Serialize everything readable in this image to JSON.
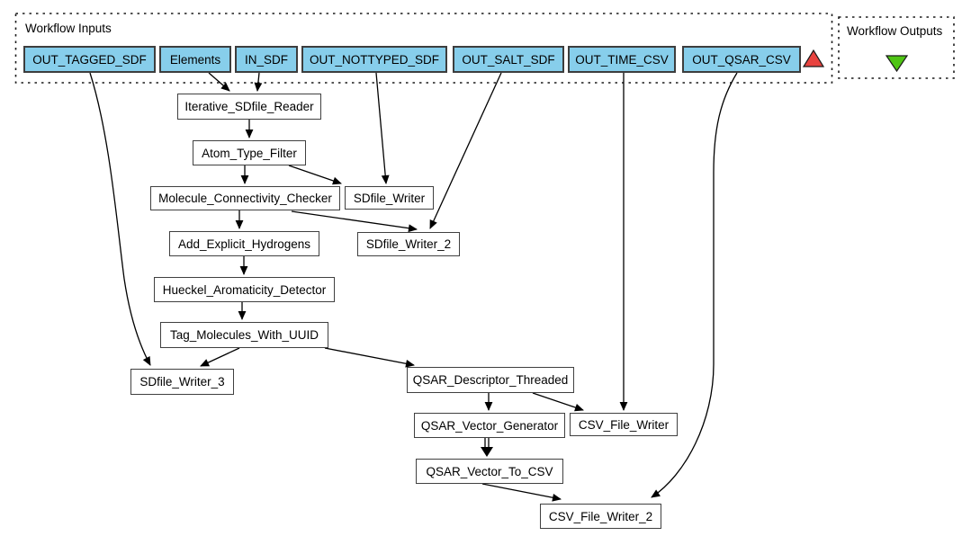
{
  "inputs_panel": {
    "title": "Workflow Inputs",
    "marker_color": "#e8433f",
    "ports": [
      {
        "label": "OUT_TAGGED_SDF"
      },
      {
        "label": "Elements"
      },
      {
        "label": "IN_SDF"
      },
      {
        "label": "OUT_NOTTYPED_SDF"
      },
      {
        "label": "OUT_SALT_SDF"
      },
      {
        "label": "OUT_TIME_CSV"
      },
      {
        "label": "OUT_QSAR_CSV"
      }
    ]
  },
  "outputs_panel": {
    "title": "Workflow Outputs",
    "marker_color": "#4fc514"
  },
  "processors": [
    {
      "label": "Iterative_SDfile_Reader"
    },
    {
      "label": "Atom_Type_Filter"
    },
    {
      "label": "Molecule_Connectivity_Checker"
    },
    {
      "label": "SDfile_Writer"
    },
    {
      "label": "Add_Explicit_Hydrogens"
    },
    {
      "label": "SDfile_Writer_2"
    },
    {
      "label": "Hueckel_Aromaticity_Detector"
    },
    {
      "label": "Tag_Molecules_With_UUID"
    },
    {
      "label": "SDfile_Writer_3"
    },
    {
      "label": "QSAR_Descriptor_Threaded"
    },
    {
      "label": "QSAR_Vector_Generator"
    },
    {
      "label": "CSV_File_Writer"
    },
    {
      "label": "QSAR_Vector_To_CSV"
    },
    {
      "label": "CSV_File_Writer_2"
    }
  ],
  "connections": [
    {
      "from": "OUT_TAGGED_SDF",
      "to": "SDfile_Writer_3"
    },
    {
      "from": "Elements",
      "to": "Iterative_SDfile_Reader"
    },
    {
      "from": "IN_SDF",
      "to": "Iterative_SDfile_Reader"
    },
    {
      "from": "OUT_NOTTYPED_SDF",
      "to": "SDfile_Writer"
    },
    {
      "from": "OUT_SALT_SDF",
      "to": "SDfile_Writer_2"
    },
    {
      "from": "OUT_TIME_CSV",
      "to": "CSV_File_Writer"
    },
    {
      "from": "OUT_QSAR_CSV",
      "to": "CSV_File_Writer_2"
    },
    {
      "from": "Iterative_SDfile_Reader",
      "to": "Atom_Type_Filter"
    },
    {
      "from": "Atom_Type_Filter",
      "to": "Molecule_Connectivity_Checker"
    },
    {
      "from": "Atom_Type_Filter",
      "to": "SDfile_Writer"
    },
    {
      "from": "Molecule_Connectivity_Checker",
      "to": "Add_Explicit_Hydrogens"
    },
    {
      "from": "Molecule_Connectivity_Checker",
      "to": "SDfile_Writer_2"
    },
    {
      "from": "Add_Explicit_Hydrogens",
      "to": "Hueckel_Aromaticity_Detector"
    },
    {
      "from": "Hueckel_Aromaticity_Detector",
      "to": "Tag_Molecules_With_UUID"
    },
    {
      "from": "Tag_Molecules_With_UUID",
      "to": "SDfile_Writer_3"
    },
    {
      "from": "Tag_Molecules_With_UUID",
      "to": "QSAR_Descriptor_Threaded"
    },
    {
      "from": "QSAR_Descriptor_Threaded",
      "to": "QSAR_Vector_Generator"
    },
    {
      "from": "QSAR_Descriptor_Threaded",
      "to": "CSV_File_Writer"
    },
    {
      "from": "QSAR_Vector_Generator",
      "to": "QSAR_Vector_To_CSV",
      "links": 2
    },
    {
      "from": "QSAR_Vector_To_CSV",
      "to": "CSV_File_Writer_2"
    }
  ],
  "colors": {
    "port_fill": "#87CEEB",
    "node_fill": "#ffffff",
    "edge": "#000000",
    "input_marker": "#e8433f",
    "output_marker": "#4fc514",
    "panel_border": "#1a1a1a"
  }
}
